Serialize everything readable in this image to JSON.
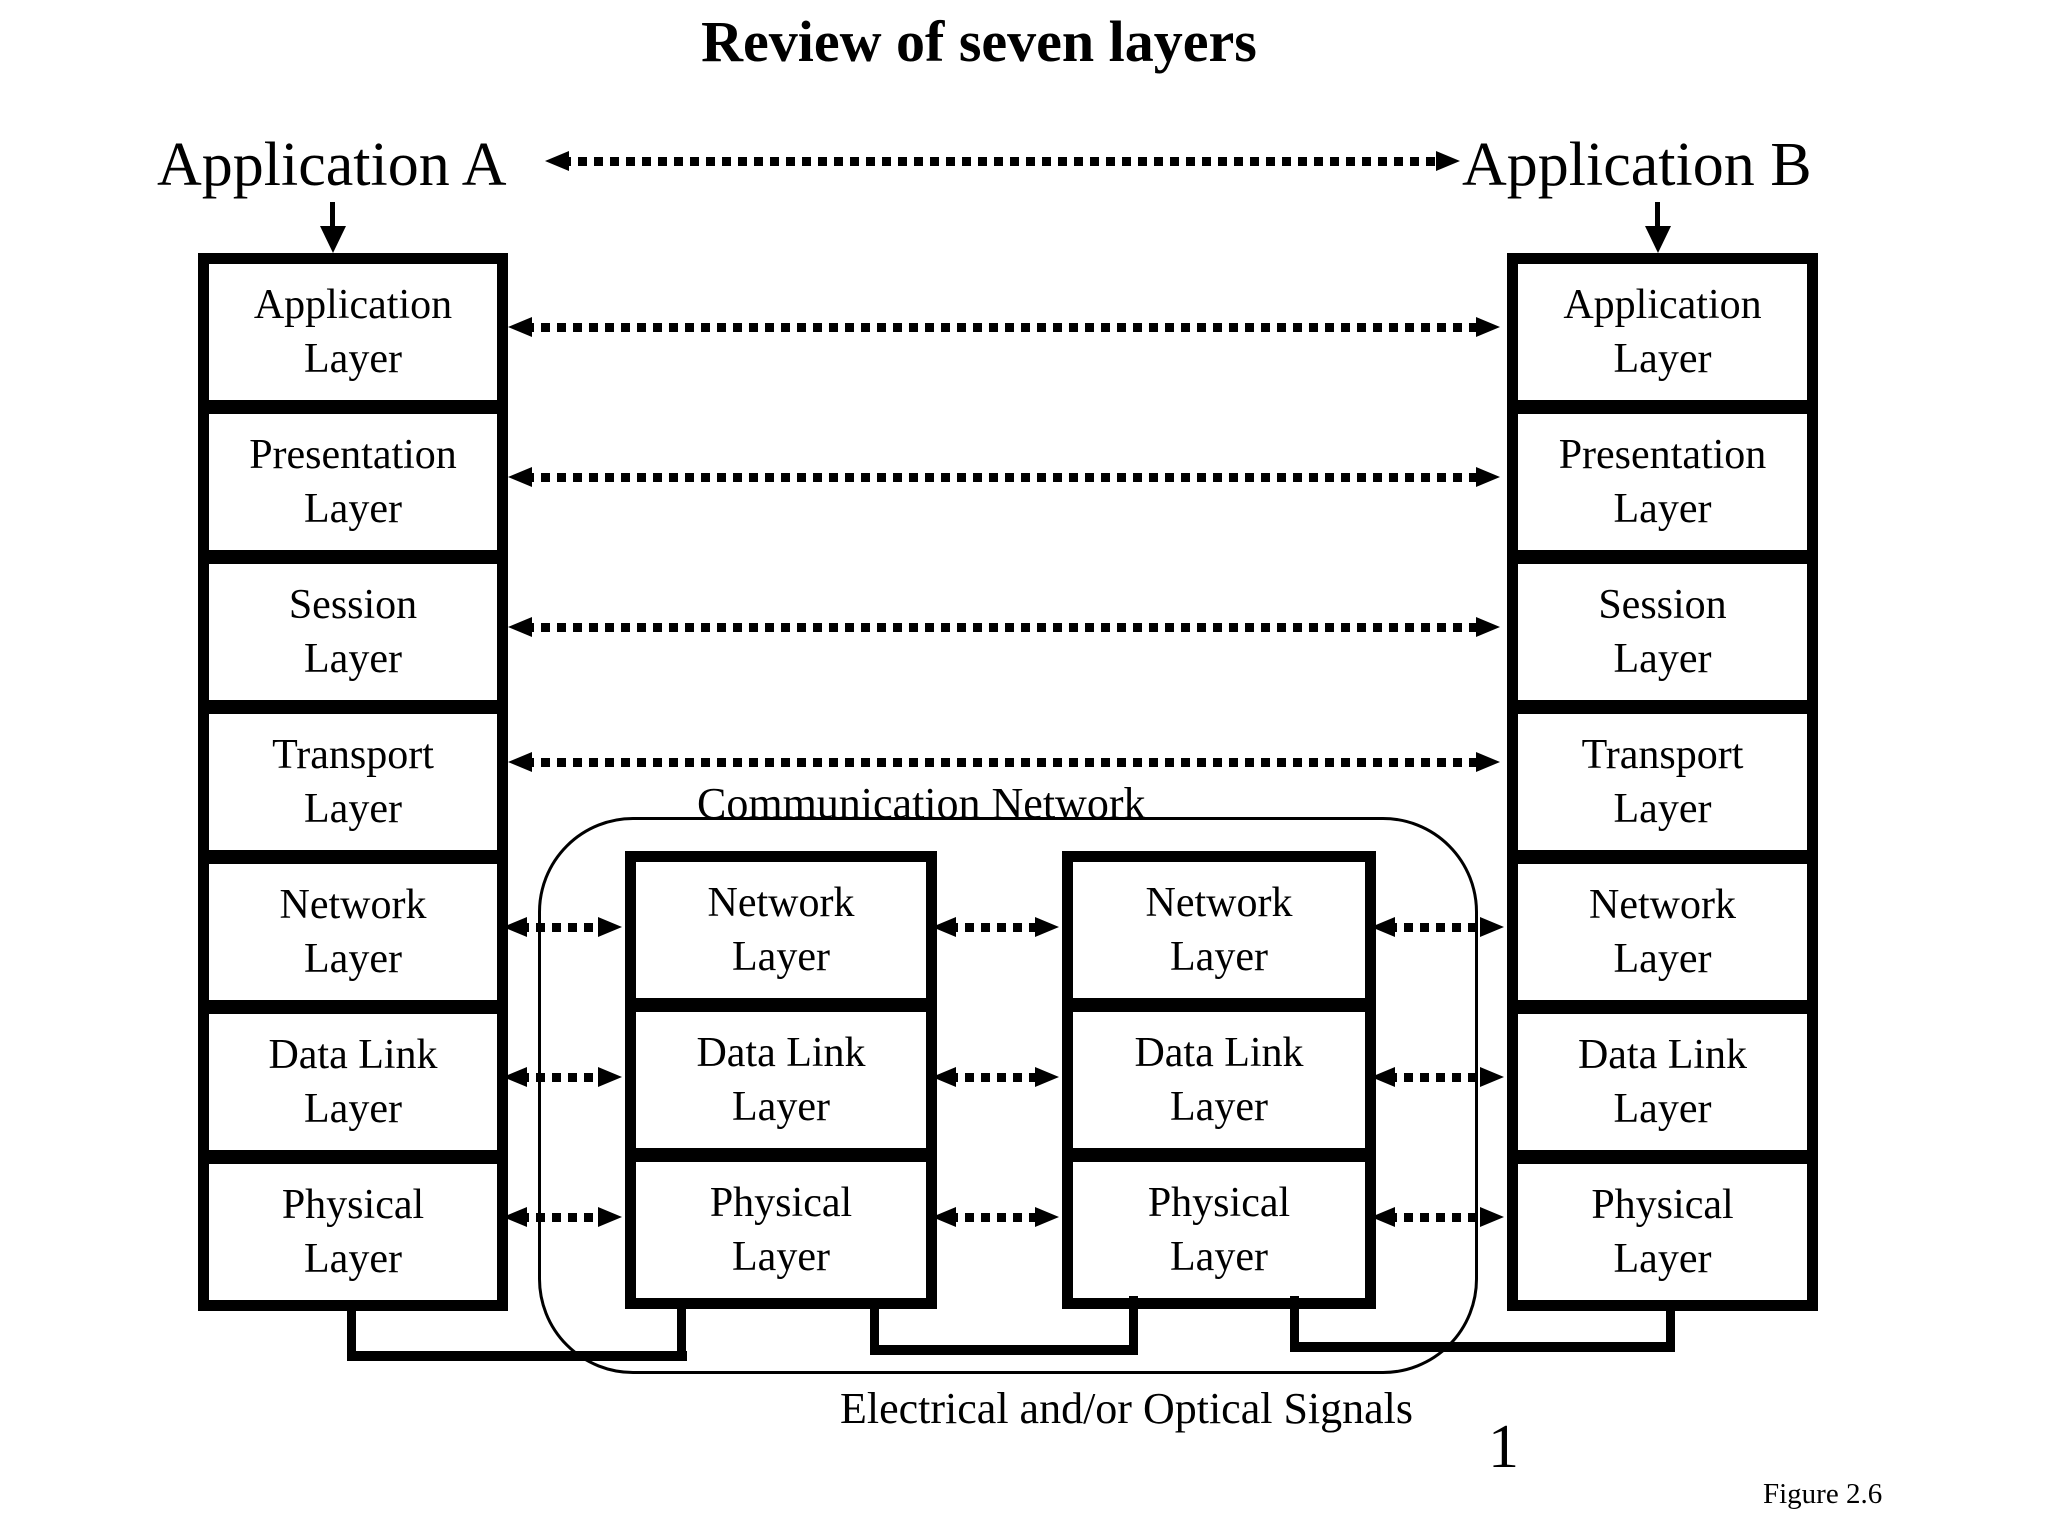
{
  "title": "Review of seven layers",
  "colors": {
    "ink": "#000000",
    "background": "#ffffff"
  },
  "endpoints": {
    "left": "Application A",
    "right": "Application B"
  },
  "stack_a": {
    "layers": [
      "Application\nLayer",
      "Presentation\nLayer",
      "Session\nLayer",
      "Transport\nLayer",
      "Network\nLayer",
      "Data Link\nLayer",
      "Physical\nLayer"
    ]
  },
  "stack_b": {
    "layers": [
      "Application\nLayer",
      "Presentation\nLayer",
      "Session\nLayer",
      "Transport\nLayer",
      "Network\nLayer",
      "Data Link\nLayer",
      "Physical\nLayer"
    ]
  },
  "network": {
    "label": "Communication Network",
    "node1": {
      "layers": [
        "Network\nLayer",
        "Data Link\nLayer",
        "Physical\nLayer"
      ]
    },
    "node2": {
      "layers": [
        "Network\nLayer",
        "Data Link\nLayer",
        "Physical\nLayer"
      ]
    }
  },
  "bottom_label": "Electrical and/or Optical Signals",
  "page_number": "1",
  "figure_caption": "Figure 2.6"
}
